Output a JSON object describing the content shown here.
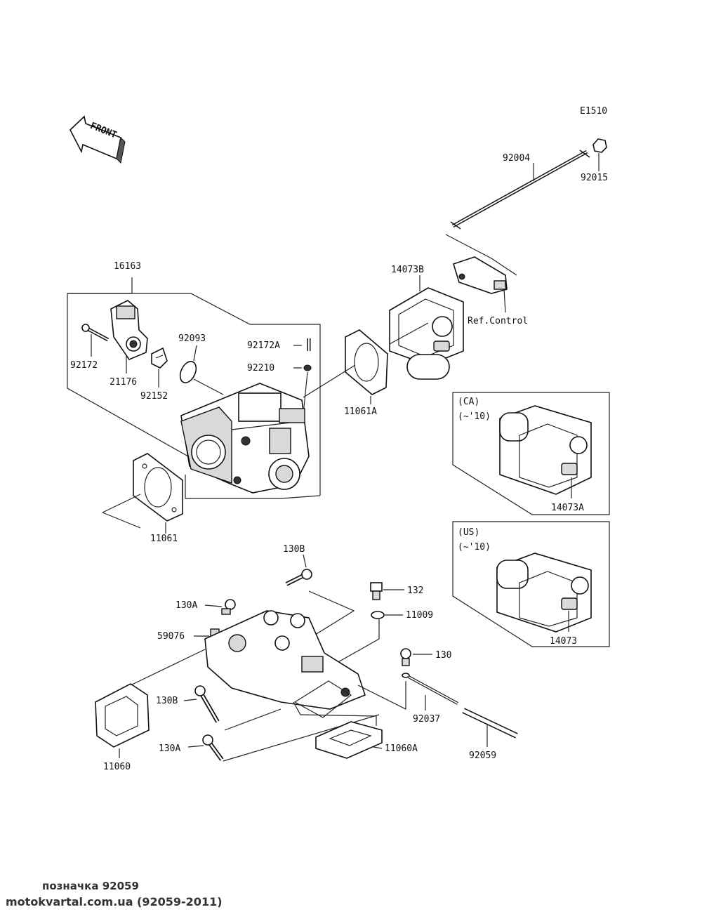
{
  "diagram": {
    "code": "E1510",
    "front_label": "FRONT",
    "reference": "Ref.Control",
    "variants": [
      {
        "region": "(CA)",
        "years": "(~'10)",
        "part": "14073A"
      },
      {
        "region": "(US)",
        "years": "(~'10)",
        "part": "14073"
      }
    ],
    "parts": {
      "p92004": "92004",
      "p92015": "92015",
      "p16163": "16163",
      "p14073B": "14073B",
      "p92093": "92093",
      "p92172A": "92172A",
      "p92172": "92172",
      "p92210": "92210",
      "p21176": "21176",
      "p92152": "92152",
      "p11061A": "11061A",
      "p11061": "11061",
      "p130B_top": "130B",
      "p132": "132",
      "p130A_top": "130A",
      "p11009": "11009",
      "p59076": "59076",
      "p130": "130",
      "p130B_low": "130B",
      "p92037": "92037",
      "p130A_low": "130A",
      "p11060A": "11060A",
      "p11060": "11060",
      "p92059": "92059"
    }
  },
  "footer": {
    "caption": "позначка 92059",
    "site": "motokvartal.com.ua (92059-2011)"
  }
}
